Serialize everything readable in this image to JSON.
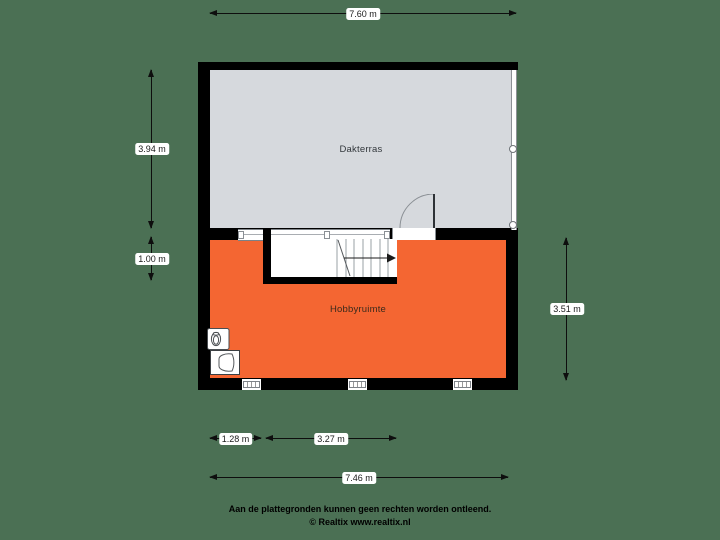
{
  "rooms": {
    "dakterras": {
      "label": "Dakterras"
    },
    "hobbyruimte": {
      "label": "Hobbyruimte"
    }
  },
  "dimensions": {
    "top_width": "7.60 m",
    "terrace_height": "3.94 m",
    "stair_depth": "1.00 m",
    "room_height": "3.51 m",
    "bottom_left": "1.28 m",
    "bottom_mid": "3.27 m",
    "bottom_total": "7.46 m"
  },
  "footer": {
    "disclaimer": "Aan de plattegronden kunnen geen rechten worden ontleend.",
    "copyright": "© Realtix www.realtix.nl"
  },
  "colors": {
    "background": "#4b7054",
    "terrace_fill": "#d6d9dd",
    "hobby_fill": "#f46632",
    "wall": "#000000",
    "dimension_line": "#0e0e0e",
    "label_background": "#ffffff"
  }
}
